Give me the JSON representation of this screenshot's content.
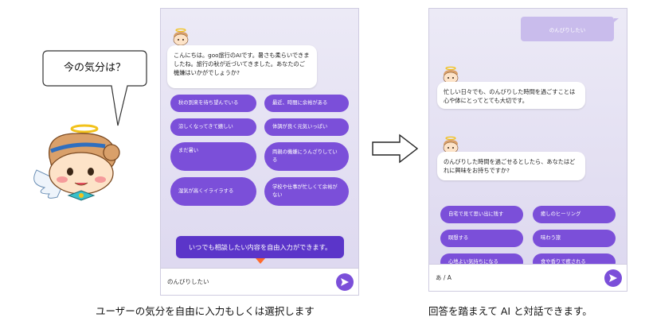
{
  "character": {
    "speech": "今の気分は？"
  },
  "phone1": {
    "greeting": "こんにちは。goo旅行のAIです。暑さも柔らいできましたね。旅行の秋が近づいてきました。あなたのご機嫌はいかがでしょうか?",
    "choices": [
      "秋の到来を待ち望んでいる",
      "最近、時間に余裕がある",
      "涼しくなってきて嬉しい",
      "体調が良く元気いっぱい",
      "まだ暑い",
      "両親の機嫌にうんざりしている",
      "湿気が高くイライラする",
      "学校や仕事が忙しくて余裕がない"
    ],
    "tooltip": "いつでも相談したい内容を自由入力ができます。",
    "input_value": "のんびりしたい"
  },
  "phone2": {
    "user_message": "のんびりしたい",
    "reply1": "忙しい日々でも、のんびりした時間を過ごすことは心や体にとってとても大切です。",
    "reply2": "のんびりした時間を過ごせるとしたら、あなたはどれに興味をお持ちですか?",
    "choices": [
      "自宅で見て思い出に残す",
      "癒しのヒーリング",
      "瞑想する",
      "味わう旅",
      "心地よい気持ちになる",
      "食や香りで癒される"
    ],
    "input_value": "あ / A"
  },
  "captions": {
    "left": "ユーザーの気分を自由に入力もしくは選択します",
    "right": "回答を踏まえて AI と対話できます。"
  },
  "colors": {
    "chip": "#7b4fd9",
    "tooltip": "#5b35c9",
    "tooltip_arrow": "#ff6a2a",
    "phone_bg": "#e4e0f3"
  }
}
